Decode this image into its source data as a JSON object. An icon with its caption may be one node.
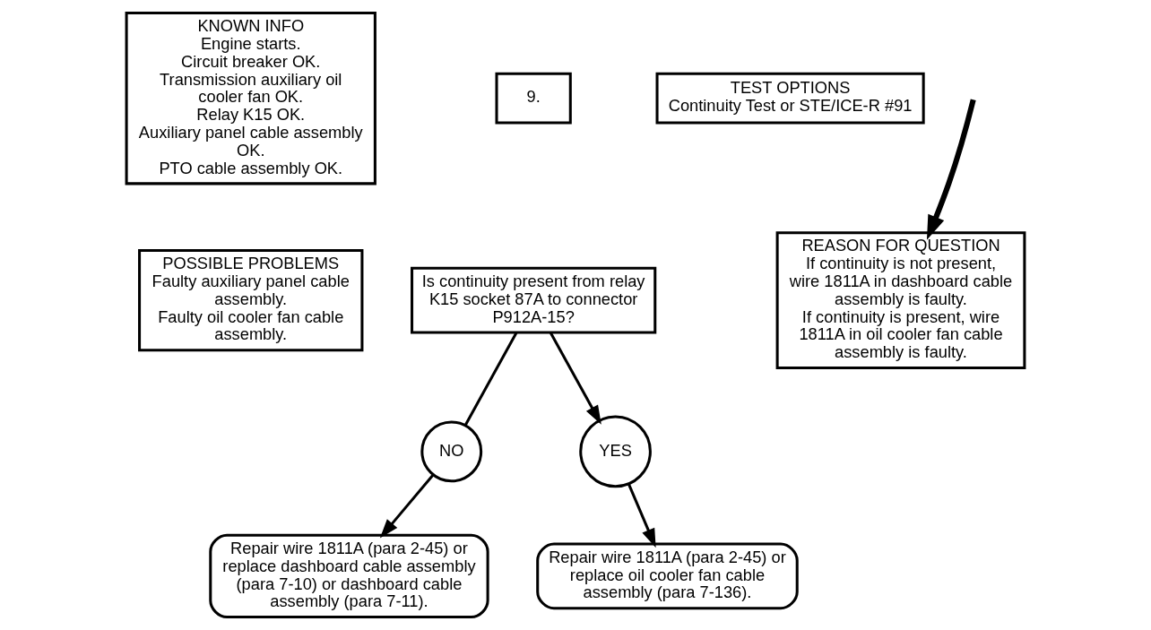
{
  "diagram": {
    "nodes": [
      {
        "text": [
          "KNOWN INFO",
          "Engine starts.",
          "Circuit breaker OK.",
          "Transmission auxiliary oil cooler fan OK.",
          "Relay K15 OK.",
          "Auxiliary panel cable assembly OK.",
          "PTO cable assembly OK."
        ]
      },
      {
        "text": [
          "POSSIBLE PROBLEMS",
          "Faulty auxiliary panel cable assembly.",
          "Faulty oil cooler fan cable assembly."
        ]
      },
      {
        "text": [
          "9."
        ]
      },
      {
        "text": [
          "Is continuity present from relay K15 socket 87A to connector P912A-15?"
        ]
      },
      {
        "text": [
          "NO"
        ]
      },
      {
        "text": [
          "YES"
        ]
      },
      {
        "text": [
          "Repair wire 1811A (para 2-45) or replace dashboard cable assembly (para 7-10) or dashboard cable assembly (para 7-11)."
        ]
      },
      {
        "text": [
          "Repair wire 1811A (para 2-45) or replace oil cooler fan cable assembly (para 7-136)."
        ]
      },
      {
        "text": [
          "TEST OPTIONS",
          "Continuity Test or STE/ICE-R #91"
        ]
      },
      {
        "text": [
          "REASON FOR QUESTION",
          "If continuity is not present, wire 1811A in dashboard cable assembly is faulty.",
          "If continuity is present, wire 1811A in oil cooler fan cable assembly is faulty."
        ]
      }
    ],
    "edges": [
      {
        "from": 3,
        "to": 4,
        "arrow": "none"
      },
      {
        "from": 3,
        "to": 5,
        "arrow": "to"
      },
      {
        "from": 4,
        "to": 6,
        "arrow": "to"
      },
      {
        "from": 5,
        "to": 7,
        "arrow": "to"
      },
      {
        "from": null,
        "to": 9,
        "arrow": "to",
        "style": "thick"
      }
    ]
  }
}
